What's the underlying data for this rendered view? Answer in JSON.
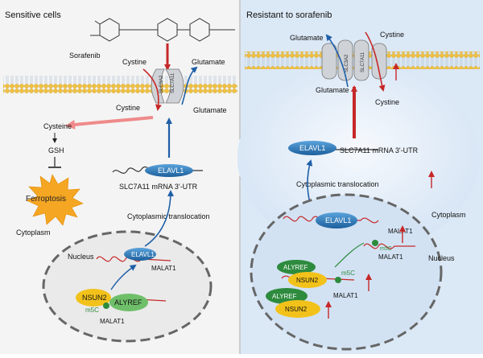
{
  "left": {
    "title": "Sensitive cells",
    "drug": "Sorafenib",
    "cystine_out": "Cystine",
    "glutamate_out": "Glutamate",
    "cystine_in": "Cystine",
    "glutamate_in": "Glutamate",
    "transporter_a": "SLC3A2",
    "transporter_b": "SLC7A11",
    "cysteine": "Cysteine",
    "gsh": "GSH",
    "ferroptosis": "Ferroptosis",
    "elavl1": "ELAVL1",
    "mrna": "SLC7A11 mRNA 3'-UTR",
    "translocation": "Cytoplasmic translocation",
    "cytoplasm": "Cytoplasm",
    "nucleus": "Nucleus",
    "elavl1_nuc": "ELAVL1",
    "malat1_a": "MALAT1",
    "nsun2": "NSUN2",
    "alyref": "ALYREF",
    "m5c": "m5C",
    "malat1_b": "MALAT1"
  },
  "right": {
    "title": "Resistant to sorafenib",
    "glutamate_out": "Glutamate",
    "cystine_out": "Cystine",
    "glutamate_in": "Glutamate",
    "cystine_in": "Cystine",
    "transporter_a": "SLC3A2",
    "transporter_b": "SLC7A11",
    "elavl1": "ELAVL1",
    "mrna": "SLC7A11 mRNA 3'-UTR",
    "translocation": "Cytoplasmic translocation",
    "cytoplasm": "Cytoplasm",
    "nucleus": "Nucleus",
    "elavl1_nuc": "ELAVL1",
    "malat1_a": "MALAT1",
    "malat1_b": "MALAT1",
    "m5c_a": "m5C",
    "alyref_a": "ALYREF",
    "nsun2_a": "NSUN2",
    "m5c_b": "m5C",
    "malat1_c": "MALAT1",
    "alyref_b": "ALYREF",
    "nsun2_b": "NSUN2"
  },
  "colors": {
    "left_bg": "#f4f4f4",
    "right_bg": "#dbe8f6",
    "red_arrow": "#c62828",
    "blue_arrow": "#1f5fa8",
    "pink_arrow": "#ef8a8a",
    "elavl1": "#2f7fc1",
    "nsun2": "#f2c21b",
    "alyref": "#2e8b3e",
    "ferroptosis": "#f5a623",
    "membrane": "#f0c040"
  }
}
